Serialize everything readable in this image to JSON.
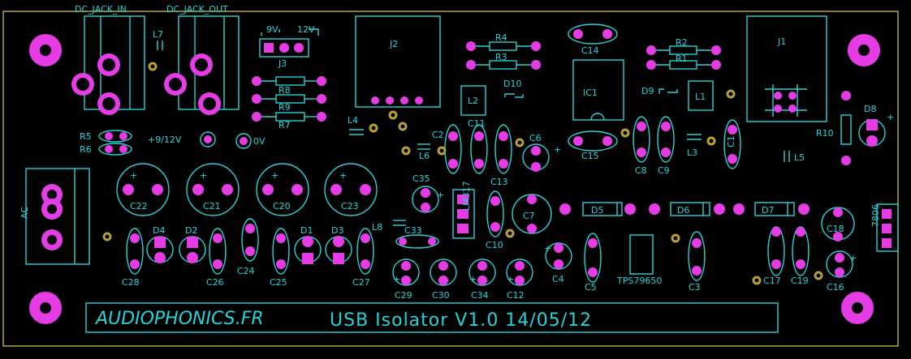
{
  "board": {
    "title_logo": "AUDIOPHONICS.FR",
    "title_text": "USB Isolator V1.0 14/05/12",
    "colors": {
      "background": "#000000",
      "silkscreen": "#28d2d6",
      "pads": "#e63ce6",
      "vias": "#b7a136",
      "outline": "#d7d44a"
    }
  },
  "labels": {
    "dc_jack_in": "DC_JACK_IN",
    "dc_jack_out": "DC_JACK_OUT",
    "l7": "L7",
    "v9": "9V",
    "v12": "12V",
    "j3": "J3",
    "j2": "J2",
    "j1": "J1",
    "r8": "R8",
    "r9": "R9",
    "r7": "R7",
    "r4": "R4",
    "r3": "R3",
    "r2": "R2",
    "r1": "R1",
    "r5": "R5",
    "r6": "R6",
    "r10": "R10",
    "d10": "D10",
    "d9": "D9",
    "c14": "C14",
    "c15": "C15",
    "ic1": "IC1",
    "l1": "L1",
    "l2": "L2",
    "l3": "L3",
    "l4": "L4",
    "l5": "L5",
    "l6": "L6",
    "l8": "L8",
    "d8": "D8",
    "plus9_12v": "+9/12V",
    "zero_v": "0V",
    "ac": "AC",
    "c22": "C22",
    "c21": "C21",
    "c20": "C20",
    "c23": "C23",
    "c2": "C2",
    "c11": "C11",
    "c13": "C13",
    "c6": "C6",
    "c8": "C8",
    "c9": "C9",
    "c1": "C1",
    "c35": "C35",
    "lm317": "LM317",
    "c7": "C7",
    "c10": "C10",
    "c33": "C33",
    "d5": "D5",
    "d6": "D6",
    "d7": "D7",
    "c18": "C18",
    "7806": "7806",
    "d4": "D4",
    "d2": "D2",
    "d1": "D1",
    "d3": "D3",
    "c28": "C28",
    "c26": "C26",
    "c24": "C24",
    "c25": "C25",
    "c27": "C27",
    "c29": "C29",
    "c30": "C30",
    "c34": "C34",
    "c12": "C12",
    "c4": "C4",
    "c5": "C5",
    "tps": "TPS79650",
    "c3": "C3",
    "c17": "C17",
    "c19": "C19",
    "c16": "C16",
    "plus": "+"
  }
}
